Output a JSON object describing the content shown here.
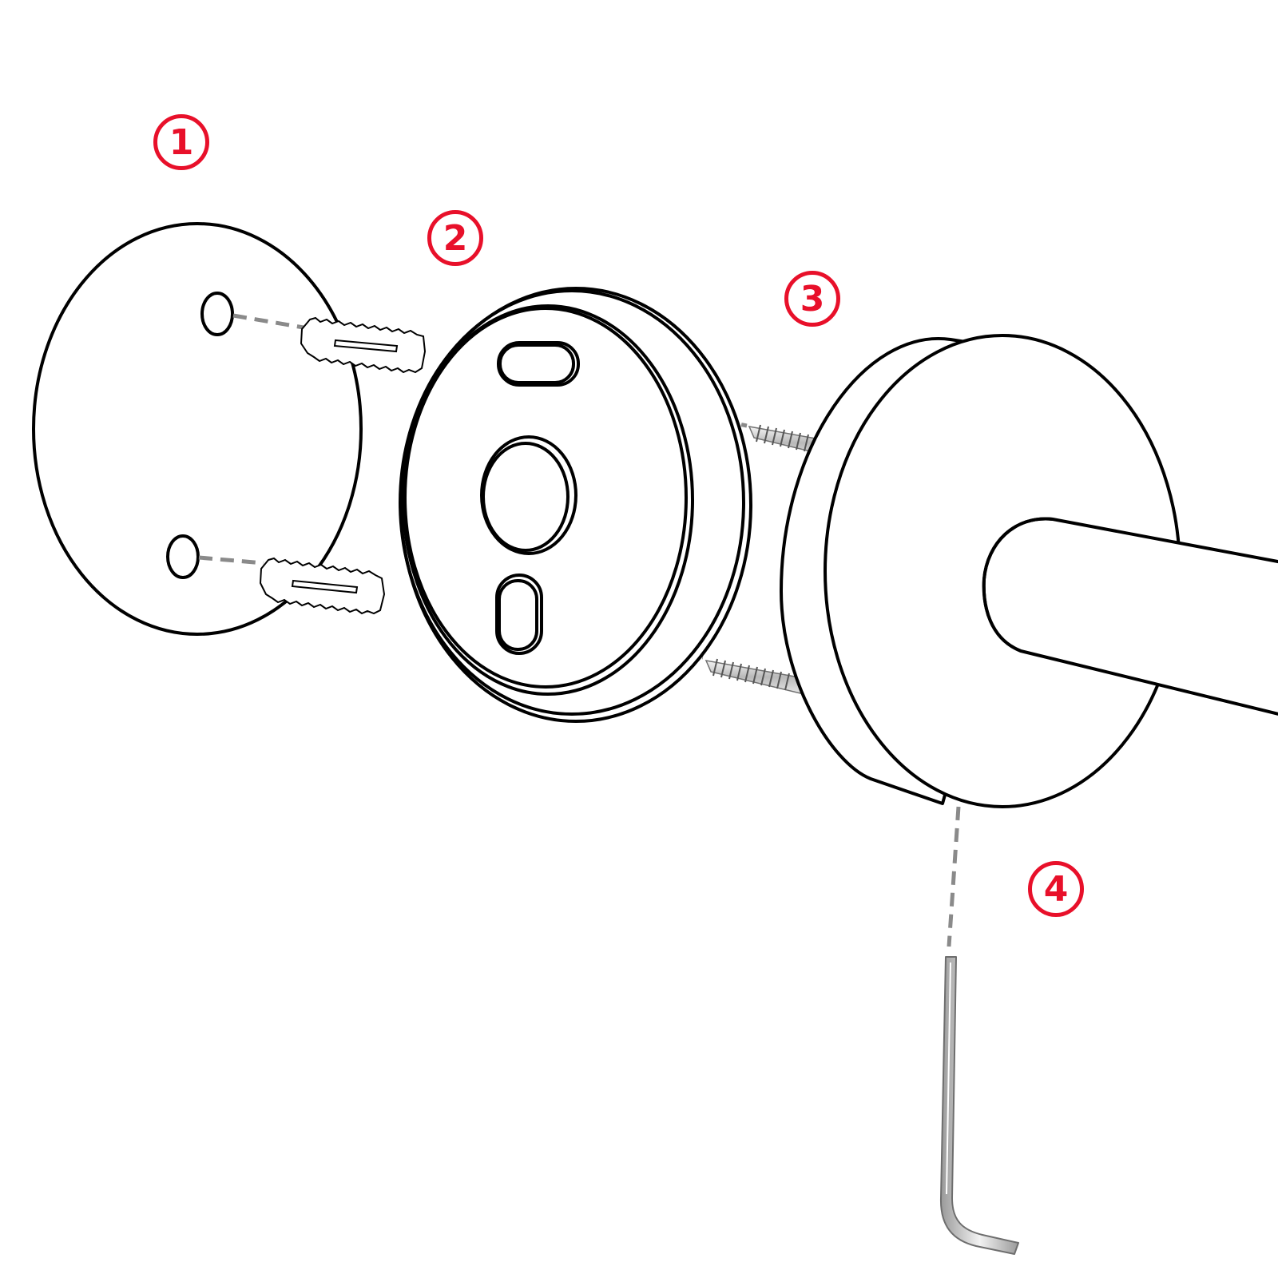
{
  "diagram": {
    "steps": [
      {
        "number": "1",
        "part": "wall-anchors"
      },
      {
        "number": "2",
        "part": "mounting-plate"
      },
      {
        "number": "3",
        "part": "screws"
      },
      {
        "number": "4",
        "part": "hex-key"
      }
    ],
    "colors": {
      "outline": "#000000",
      "guide": "#8a8a8a",
      "step_marker": "#e8102a",
      "metal": "#c9c9c9"
    }
  }
}
